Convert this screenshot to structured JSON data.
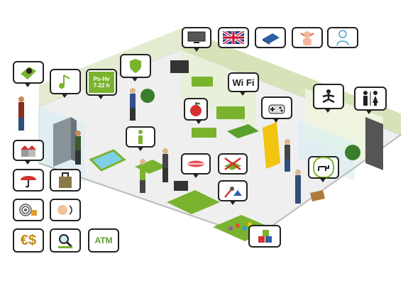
{
  "icons": {
    "metro_schedule": {
      "line1": "Po-Hv",
      "line2": "7-22 h"
    },
    "wifi": {
      "label": "Wi Fi"
    },
    "atm": {
      "label": "ATM"
    }
  },
  "colors": {
    "accent_green": "#7ab32e",
    "floor": "#ececec",
    "wall": "#dfe8c8",
    "icon_border": "#222222"
  },
  "icon_names": [
    "tv-icon",
    "uk-flag-icon",
    "book-icon",
    "massage-icon",
    "body-scan-icon",
    "map-pin-icon",
    "music-icon",
    "timetable-icon",
    "shield-icon",
    "info-icon",
    "lips-icon",
    "no-smoking-icon",
    "wifi-icon",
    "apple-icon",
    "game-controller-icon",
    "yoga-icon",
    "restroom-icon",
    "house-icon",
    "umbrella-icon",
    "luggage-icon",
    "fingerprint-icon",
    "hearing-icon",
    "currency-icon",
    "search-icon",
    "atm-icon",
    "dog-icon",
    "repair-icon",
    "blocks-icon"
  ]
}
